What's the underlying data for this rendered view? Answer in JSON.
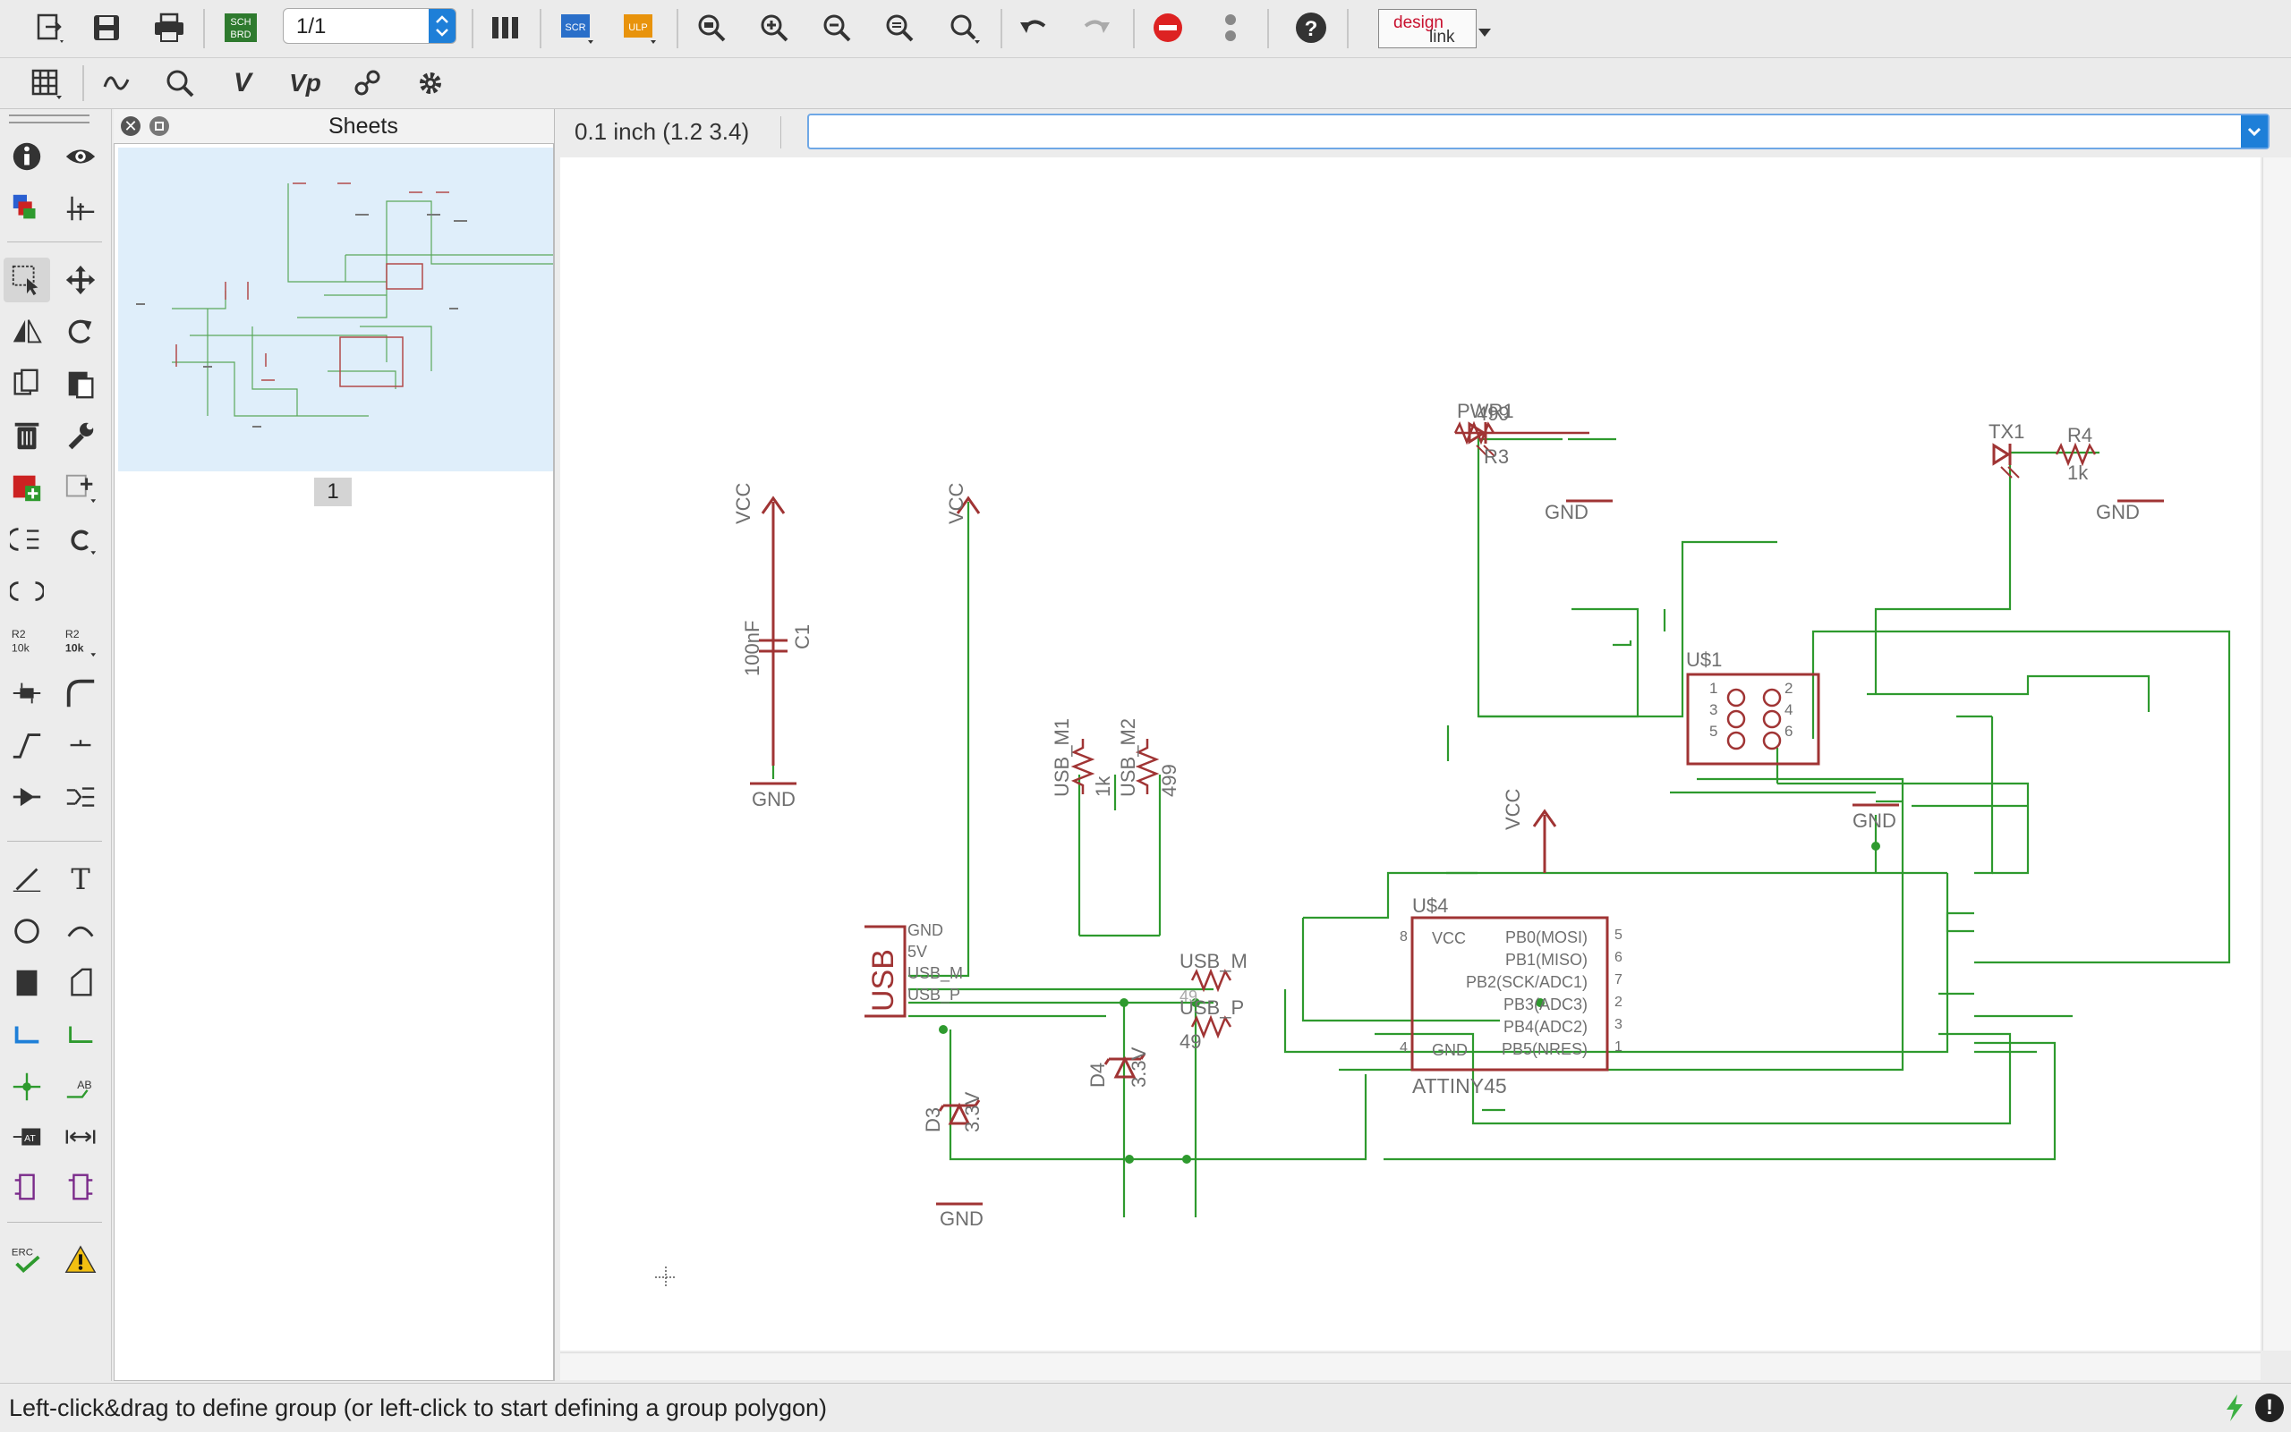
{
  "toolbar": {
    "sheet_selector": "1/1",
    "sch_brd_label_top": "SCH",
    "sch_brd_label_bottom": "BRD",
    "scr_label": "SCR",
    "ulp_label": "ULP",
    "designlink_label_1": "design",
    "designlink_label_2": "link"
  },
  "toolbar2": {
    "v_label": "V",
    "vp_label": "Vp"
  },
  "sheets_panel": {
    "title": "Sheets",
    "sheet_number": "1"
  },
  "command_bar": {
    "grid_info": "0.1 inch (1.2 3.4)",
    "command_value": ""
  },
  "left_tools": {
    "text_tool": "T",
    "erc_label": "ERC",
    "r2_top": "R2",
    "r2_bottom": "10k"
  },
  "schematic": {
    "vcc": "VCC",
    "gnd": "GND",
    "c1_name": "C1",
    "c1_value": "100nF",
    "pwr1": "PWR1",
    "r3_value": "499",
    "r3_name": "R3",
    "tx1": "TX1",
    "r4_name": "R4",
    "r4_value": "1k",
    "usbm1_name": "USB_M1",
    "usbm1_value": "1k",
    "usbm2_name": "USB_M2",
    "usbm2_value": "499",
    "u1_name": "U$1",
    "u1_pins": [
      "1",
      "2",
      "3",
      "4",
      "5",
      "6"
    ],
    "u4_name": "U$4",
    "u4_value": "ATTINY45",
    "u4_left_pins": [
      "VCC",
      "GND"
    ],
    "u4_left_pin_numbers": [
      "8",
      "4"
    ],
    "u4_right_pins": [
      "PB0(MOSI)",
      "PB1(MISO)",
      "PB2(SCK/ADC1)",
      "PB3(ADC3)",
      "PB4(ADC2)",
      "PB5(NRES)"
    ],
    "u4_right_pin_numbers": [
      "5",
      "6",
      "7",
      "2",
      "3",
      "1"
    ],
    "usb_label": "USB",
    "usb_pins": [
      "GND",
      "5V",
      "USB_M",
      "USB_P"
    ],
    "r_usb_m_name": "USB_M",
    "r_usb_m_value": "49",
    "r_usb_p_name": "USB_P",
    "r_usb_p_value": "49",
    "d3_name": "D3",
    "d3_value": "3.3V",
    "d4_name": "D4",
    "d4_value": "3.3V"
  },
  "status": {
    "message": "Left-click&drag to define group (or left-click to start defining a group polygon)"
  },
  "colors": {
    "wire": "#2e9a2e",
    "part": "#a03434",
    "label": "#6f6f6f",
    "thumb_bg": "#dfeefa",
    "accent": "#1e7fd8"
  }
}
